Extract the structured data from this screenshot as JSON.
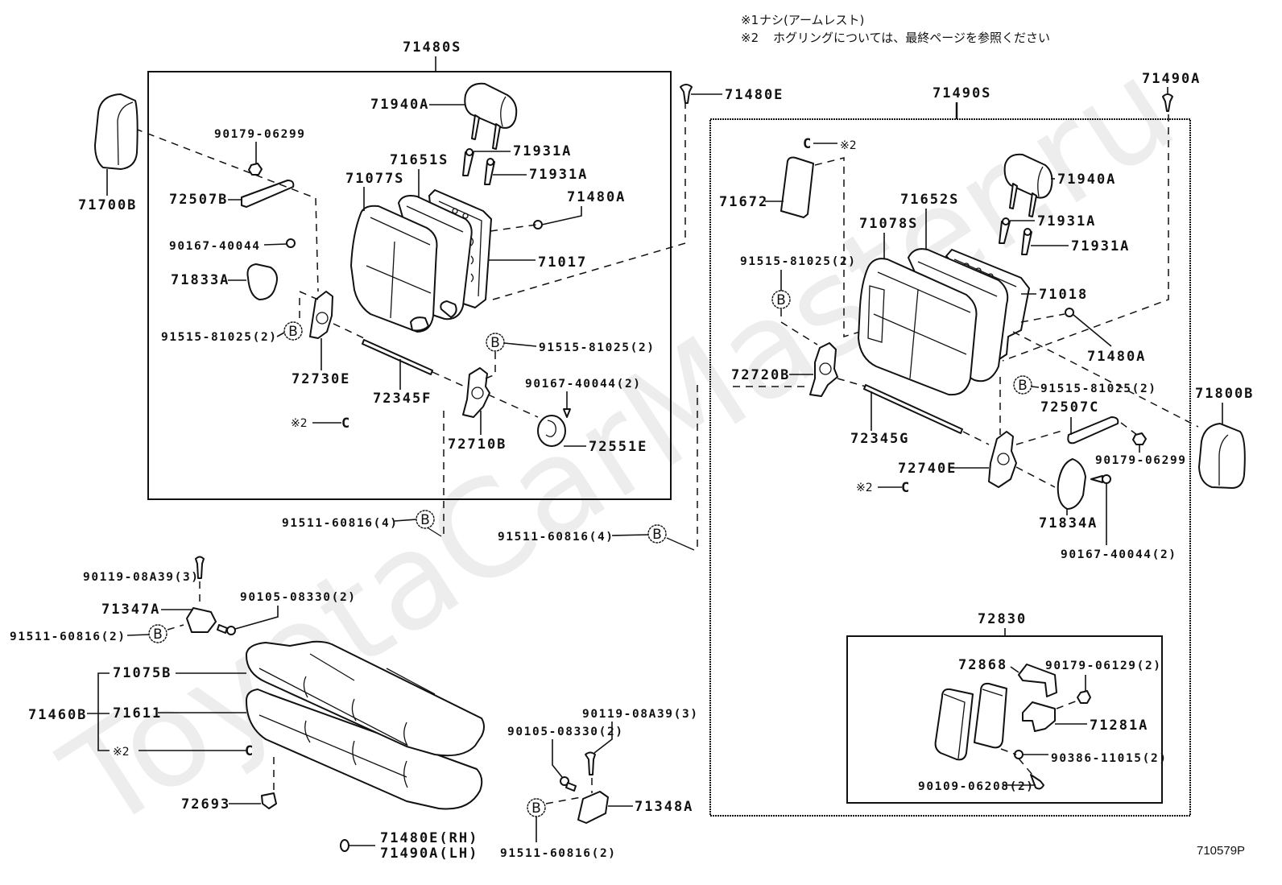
{
  "watermark": "ToyotaCarMaster.ru",
  "notes": {
    "n1_mark": "※1",
    "n1_text": "ナシ(アームレスト)",
    "n2_mark": "※2",
    "n2_text": "ホグリングについては、最終ページを参照ください"
  },
  "callout_b": "B",
  "hog_ring_ref": "※2",
  "lh_back": {
    "assembly": "71480S",
    "headrest": "71940A",
    "headrest_support_1": "71931A",
    "headrest_support_2": "71931A",
    "cover": "71651S",
    "pad": "71077S",
    "pin": "71480A",
    "frame": "71017",
    "nut": "90179-06299",
    "striker": "72507B",
    "bolt": "90167-40044",
    "inner_cover": "71833A",
    "bolt_b_1": "91515-81025(2)",
    "hinge": "72730E",
    "rod": "72345F",
    "bolt_b_2": "91515-81025(2)",
    "bolt_2": "90167-40044(2)",
    "lock": "72710B",
    "knob": "72551E"
  },
  "lh_outer_headrest": "71700B",
  "lh_pin": "71480E",
  "mount_bolts": {
    "lh": "91511-60816(4)",
    "rh": "91511-60816(4)"
  },
  "rh_back": {
    "assembly": "71490S",
    "pin": "71490A",
    "armrest_panel": "71672",
    "cover": "71652S",
    "pad": "71078S",
    "headrest": "71940A",
    "headrest_support_1": "71931A",
    "headrest_support_2": "71931A",
    "frame": "71018",
    "bolt_b_1": "91515-81025(2)",
    "pin_2": "71480A",
    "hinge": "72720B",
    "bolt_b_2": "91515-81025(2)",
    "striker": "72507C",
    "outer_headrest": "71800B",
    "rod": "72345G",
    "lock": "72740E",
    "nut": "90179-06299",
    "inner_cover": "71834A",
    "bolt": "90167-40044(2)"
  },
  "armrest": {
    "assembly": "72830",
    "cover": "72868",
    "nut": "90179-06129(2)",
    "hinge": "71281A",
    "washer": "90386-11015(2)",
    "screw": "90109-06208(2)"
  },
  "cushion": {
    "bolt_lh": "90119-08A39(3)",
    "hinge_lh": "71347A",
    "nut_lh": "90105-08330(2)",
    "bolt_b_lh": "91511-60816(2)",
    "cover": "71075B",
    "assembly": "71460B",
    "pad": "71611",
    "cap": "72693",
    "pin_rh": "71480E(RH)",
    "pin_lh": "71490A(LH)",
    "bolt_rh": "90119-08A39(3)",
    "nut_rh": "90105-08330(2)",
    "hinge_rh": "71348A",
    "bolt_b_rh": "91511-60816(2)"
  },
  "footer": {
    "diagram_code": "710579P"
  }
}
